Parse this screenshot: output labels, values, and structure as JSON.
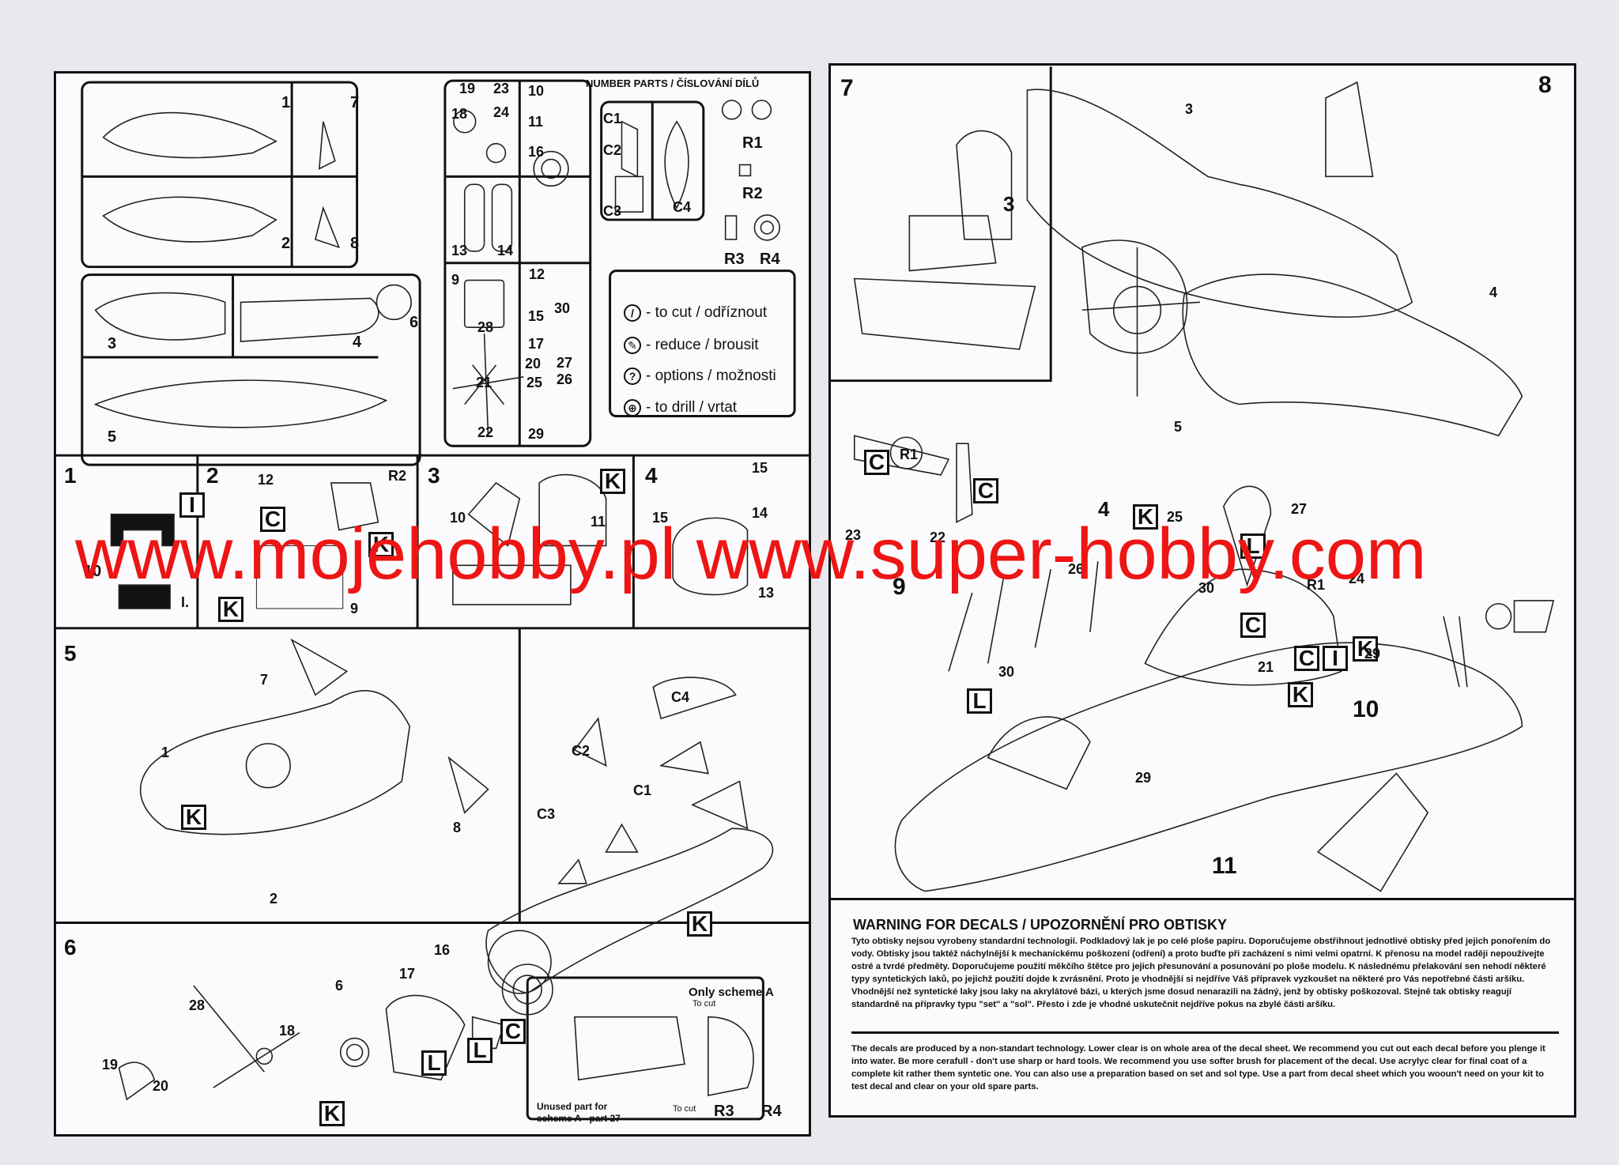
{
  "watermark": "www.mojehobby.pl www.super-hobby.com",
  "left_page": {
    "header": "NUMBER PARTS / ČÍSLOVÁNÍ DÍLŮ",
    "sprue_part_numbers": [
      "1",
      "2",
      "3",
      "4",
      "5",
      "6",
      "7",
      "8",
      "19",
      "23",
      "10",
      "18",
      "24",
      "11",
      "16",
      "13",
      "14",
      "9",
      "12",
      "15",
      "30",
      "28",
      "17",
      "20",
      "27",
      "21",
      "25",
      "26",
      "22",
      "29"
    ],
    "clear_parts": [
      "C1",
      "C2",
      "C3",
      "C4"
    ],
    "rubber_parts": [
      "R1",
      "R2",
      "R3",
      "R4"
    ],
    "legend": [
      {
        "icon": "cut-icon",
        "text": "- to cut / odříznout"
      },
      {
        "icon": "reduce-icon",
        "text": "- reduce / brousit"
      },
      {
        "icon": "options-icon",
        "text": "- options / možnosti"
      },
      {
        "icon": "drill-icon",
        "text": "- to drill / vrtat"
      }
    ],
    "steps": [
      {
        "number": "1",
        "letters": [
          "I",
          "I."
        ],
        "parts": [
          "10"
        ]
      },
      {
        "number": "2",
        "letters": [
          "C",
          "K",
          "K"
        ],
        "parts": [
          "12",
          "R2",
          "9"
        ]
      },
      {
        "number": "3",
        "letters": [
          "K"
        ],
        "parts": [
          "10",
          "11"
        ]
      },
      {
        "number": "4",
        "letters": [],
        "parts": [
          "15",
          "15",
          "14",
          "13"
        ]
      },
      {
        "number": "5",
        "letters": [
          "K",
          "K"
        ],
        "parts": [
          "7",
          "1",
          "8",
          "2",
          "C4",
          "C2",
          "C3",
          "C1"
        ]
      },
      {
        "number": "6",
        "letters": [
          "K",
          "L",
          "L",
          "C"
        ],
        "parts": [
          "28",
          "6",
          "17",
          "16",
          "18",
          "19",
          "20"
        ]
      }
    ],
    "only_scheme": {
      "title": "Only scheme A",
      "to_cut_1": "To cut",
      "to_cut_2": "To cut",
      "unused": "Unused part for scheme A - part 27",
      "r3": "R3",
      "r4": "R4"
    }
  },
  "right_page": {
    "steps": [
      {
        "number": "7",
        "parts": [
          "3"
        ]
      },
      {
        "number": "8",
        "parts": [
          "3",
          "4",
          "5",
          "27"
        ]
      },
      {
        "number": "9",
        "letters": [
          "C",
          "C"
        ],
        "parts": [
          "R1",
          "23",
          "22"
        ]
      },
      {
        "number": "10",
        "letters": [
          "C",
          "C",
          "I",
          "K",
          "K"
        ],
        "parts": [
          "R1",
          "24",
          "21"
        ]
      },
      {
        "number": "11",
        "letters": [
          "K",
          "L",
          "L"
        ],
        "parts": [
          "4",
          "25",
          "26",
          "30",
          "29",
          "30",
          "29"
        ]
      }
    ],
    "warning_title": "WARNING FOR DECALS / UPOZORNĚNÍ PRO OBTISKY",
    "warning_cz": "Tyto obtisky nejsou vyrobeny standardní technologií. Podkladový lak je po celé ploše papíru. Doporučujeme obstřihnout jednotlivé obtisky před jejich ponořením do vody. Obtisky jsou taktéž náchylnější k mechanickému poškození (odření) a proto buďte při zacházení s nimi velmi opatrní. K přenosu na model raději nepoužívejte ostré a tvrdé předměty. Doporučujeme použití měkčího štětce pro jejich přesunování a posunování po ploše modelu. K následnému přelakování sen nehodí některé typy syntetických laků, po jejichž použití dojde k zvrásnění. Proto je vhodnější si nejdříve Váš přípravek vyzkoušet na některé pro Vás nepotřebné části aršíku. Vhodnější než syntetické laky jsou laky na akrylátové bázi, u kterých jsme dosud nenarazili na žádný, jenž by obtisky poškozoval. Stejně tak obtisky reagují standardně na přípravky typu \"set\" a \"sol\". Přesto i zde je vhodné uskutečnit nejdříve pokus na zbylé části aršíku.",
    "warning_en": "The decals are produced by a non-standart technology. Lower clear is on whole area of the decal sheet. We recommend you cut out each decal before you plenge it into water. Be more cerafull - don't use sharp or hard tools. We recommend you use softer brush for placement of the decal. Use acrylyc clear for final coat of a complete kit rather them syntetic one. You can also use a preparation based on set and sol type. Use a part from decal sheet which you wooun't need on your kit to test decal and clear on your old spare parts."
  }
}
